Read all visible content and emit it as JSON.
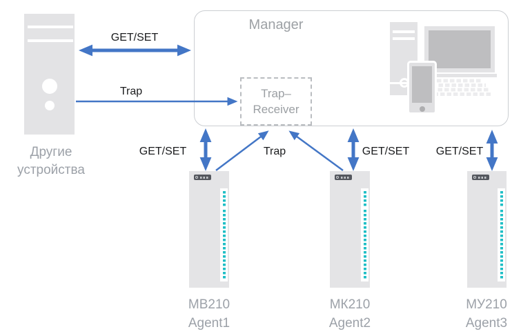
{
  "manager": {
    "title": "Manager"
  },
  "trap_receiver": {
    "line1": "Trap–",
    "line2": "Receiver"
  },
  "other_devices": {
    "line1": "Другие",
    "line2": "устройства"
  },
  "labels": {
    "get_set_top": "GET/SET",
    "trap_top": "Trap",
    "get_set_agent1": "GET/SET",
    "trap_bottom": "Trap",
    "get_set_agent2": "GET/SET",
    "get_set_agent3": "GET/SET"
  },
  "devices": [
    {
      "model": "МВ210",
      "agent": "Agent1"
    },
    {
      "model": "МК210",
      "agent": "Agent2"
    },
    {
      "model": "МУ210",
      "agent": "Agent3"
    }
  ],
  "icons": {
    "other_devices": "server-tower-icon",
    "manager_workstation": "desktop-tower-monitor-keyboard-phone-icon",
    "agent_module": "io-module-with-led-strip-icon",
    "module_badge": "oven-logo"
  },
  "colors": {
    "arrow_blue": "#4376C6",
    "led_teal": "#1FBFC6",
    "icon_gray": "#E3E3E5",
    "screen_gray": "#BEBEC0",
    "text_gray": "#9CA1A8",
    "text_dark": "#1B1C1E",
    "manager_border": "#CBCED2",
    "dashed_border": "#B9BCC0"
  }
}
